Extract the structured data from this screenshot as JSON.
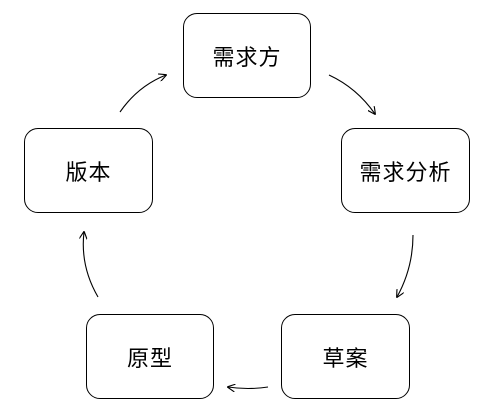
{
  "diagram": {
    "nodes": [
      {
        "id": "n1",
        "label": "需求方"
      },
      {
        "id": "n2",
        "label": "需求分析"
      },
      {
        "id": "n3",
        "label": "草案"
      },
      {
        "id": "n4",
        "label": "原型"
      },
      {
        "id": "n5",
        "label": "版本"
      }
    ],
    "edges": [
      {
        "from": "n1",
        "to": "n2"
      },
      {
        "from": "n2",
        "to": "n3"
      },
      {
        "from": "n3",
        "to": "n4"
      },
      {
        "from": "n4",
        "to": "n5"
      },
      {
        "from": "n5",
        "to": "n1"
      }
    ],
    "colors": {
      "stroke": "#000000",
      "background": "#ffffff",
      "text": "#000000"
    }
  }
}
